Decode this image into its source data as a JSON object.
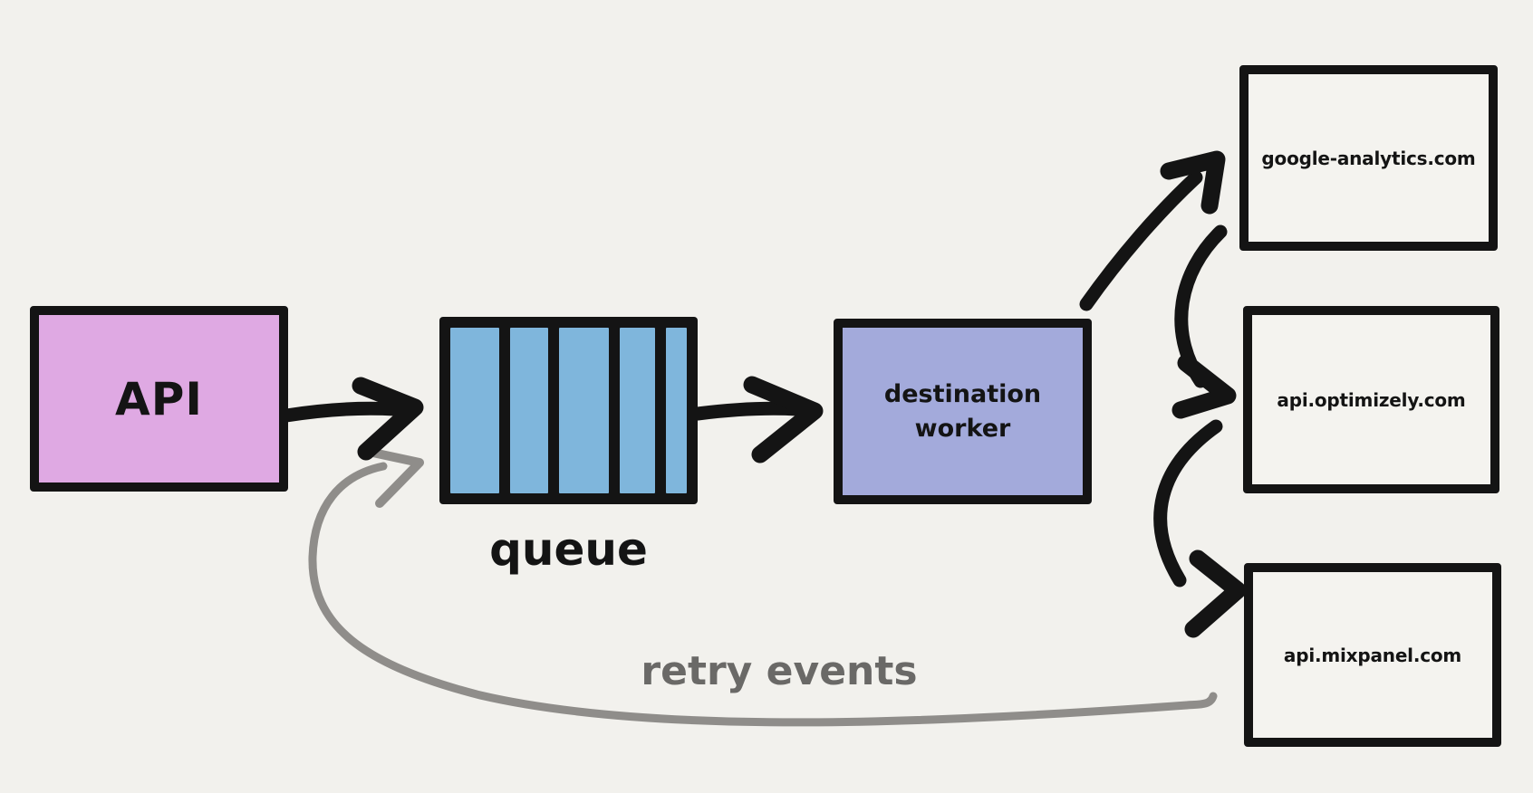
{
  "diagram": {
    "kind": "event-pipeline-sketch",
    "nodes": {
      "api": {
        "label": "API",
        "fill": "#dfa9e3"
      },
      "queue": {
        "label": "queue",
        "fill": "#7fb6dc",
        "segments": 5
      },
      "worker": {
        "label": "destination worker",
        "fill": "#a3aadb"
      },
      "destinations": [
        {
          "label": "google-analytics.com"
        },
        {
          "label": "api.optimizely.com"
        },
        {
          "label": "api.mixpanel.com"
        }
      ]
    },
    "edges": {
      "api_to_queue": "black arrow",
      "queue_to_worker": "black arrow",
      "worker_to_google_analytics": "black curved arrow",
      "worker_to_optimizely": "black curved arrow",
      "worker_to_mixpanel": "black curved arrow",
      "retry": {
        "label": "retry events",
        "style": "gray curved arrow back to queue"
      }
    },
    "colors": {
      "background": "#f2f1ed",
      "ink": "#141414",
      "gray_line": "#8f8d8a",
      "gray_text": "#6a6967",
      "api_fill": "#dfa9e3",
      "queue_fill": "#7fb6dc",
      "worker_fill": "#a3aadb",
      "dest_fill": "#f4f3ef"
    }
  }
}
